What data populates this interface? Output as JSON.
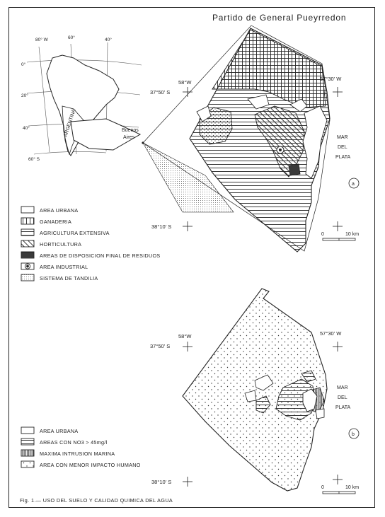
{
  "title": "Partido de General Pueyrredon",
  "caption": "Fig. 1.— USO DEL SUELO Y CALIDAD QUIMICA DEL AGUA",
  "inset": {
    "longitudes": [
      "80° W",
      "60°",
      "40°"
    ],
    "latitudes": [
      "0°",
      "20°",
      "40°",
      "60° S"
    ],
    "country_label": "ARGENTINA",
    "province_label_1": "Buenos",
    "province_label_2": "Aires"
  },
  "map_a": {
    "panel_label": "a",
    "coord_58w": "58°W",
    "coord_3750s": "37°50' S",
    "coord_5730w": "57°30' W",
    "coord_3810s": "38°10' S",
    "city_1": "MAR",
    "city_2": "DEL",
    "city_3": "PLATA",
    "scale_zero": "0",
    "scale_ten": "10 km",
    "legend": [
      {
        "label": "AREA URBANA",
        "pattern": "blank"
      },
      {
        "label": "GANADERIA",
        "pattern": "vertical"
      },
      {
        "label": "AGRICULTURA EXTENSIVA",
        "pattern": "horizontal"
      },
      {
        "label": "HORTICULTURA",
        "pattern": "diagonal"
      },
      {
        "label": "AREAS DE DISPOSICION FINAL DE RESIDUOS",
        "pattern": "dense"
      },
      {
        "label": "AREA INDUSTRIAL",
        "pattern": "target"
      },
      {
        "label": "SISTEMA DE TANDILIA",
        "pattern": "fine-dots"
      }
    ]
  },
  "map_b": {
    "panel_label": "b",
    "coord_58w": "58°W",
    "coord_3750s": "37°50' S",
    "coord_5730w": "57°30' W",
    "coord_3810s": "38°10' S",
    "city_1": "MAR",
    "city_2": "DEL",
    "city_3": "PLATA",
    "scale_zero": "0",
    "scale_ten": "10 km",
    "legend": [
      {
        "label": "AREA URBANA",
        "pattern": "blank"
      },
      {
        "label": "AREAS CON NO3 > 45mg/l",
        "pattern": "horizontal"
      },
      {
        "label": "MAXIMA INTRUSION MARINA",
        "pattern": "vertical-dense"
      },
      {
        "label": "AREA CON MENOR IMPACTO HUMANO",
        "pattern": "sparse-dots"
      }
    ]
  }
}
